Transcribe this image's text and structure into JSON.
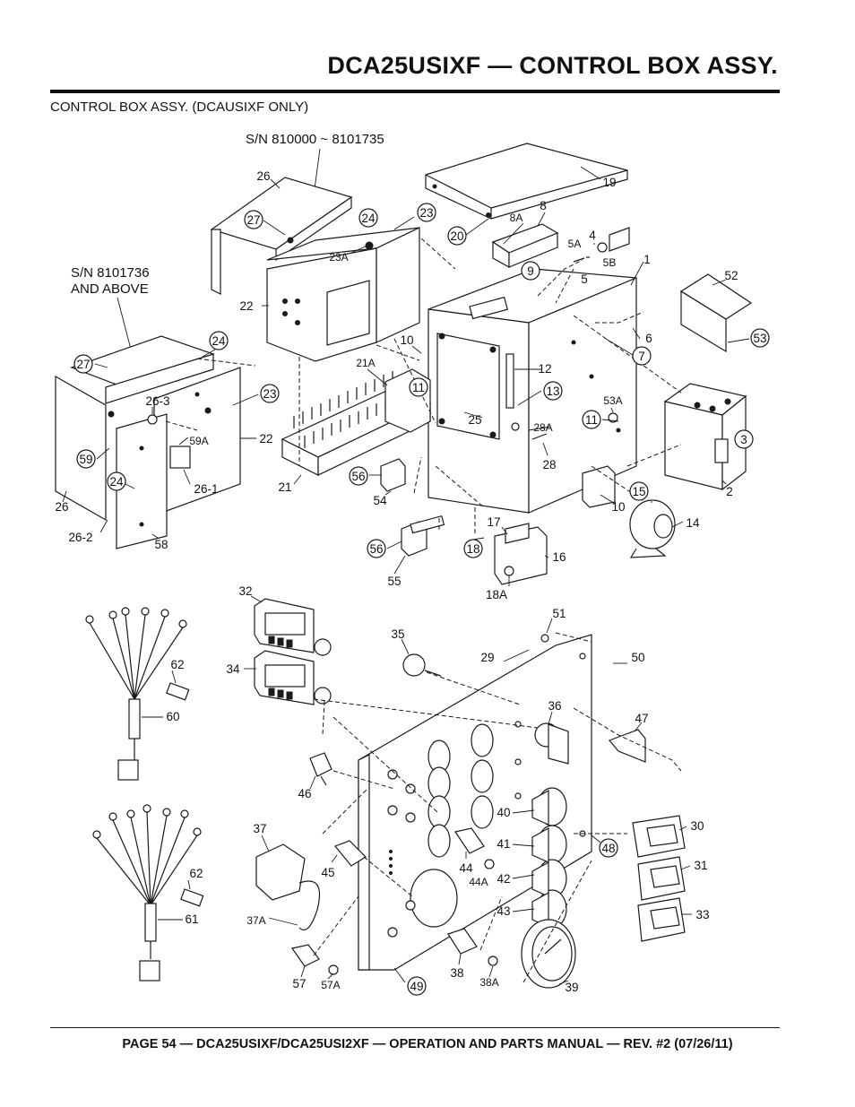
{
  "header": {
    "title": "DCA25USIXF — CONTROL BOX ASSY.",
    "subtitle": "CONTROL BOX ASSY. (DCAUSIXF ONLY)"
  },
  "notes": {
    "sn_old": "S/N 810000 ~ 8101735",
    "sn_new_line1": "S/N 8101736",
    "sn_new_line2": "AND ABOVE"
  },
  "footer": {
    "text": "PAGE 54 — DCA25USIXF/DCA25USI2XF — OPERATION AND PARTS MANUAL — REV. #2 (07/26/11)"
  },
  "callouts": {
    "c26a": "26",
    "c27a": "27",
    "c24a": "24",
    "c23a": "23",
    "c23A": "23A",
    "c22a": "22",
    "c20": "20",
    "c19": "19",
    "c8A": "8A",
    "c8": "8",
    "c4": "4",
    "c5A": "5A",
    "c5B": "5B",
    "c5": "5",
    "c9": "9",
    "c1": "1",
    "c52": "52",
    "c53": "53",
    "c6": "6",
    "c7": "7",
    "c10a": "10",
    "c11a": "11",
    "c12": "12",
    "c13": "13",
    "c21A": "21A",
    "c21": "21",
    "c25": "25",
    "c28A": "28A",
    "c28": "28",
    "c11b": "11",
    "c53A": "53A",
    "c3": "3",
    "c2": "2",
    "c10b": "10",
    "c15": "15",
    "c14": "14",
    "c56a": "56",
    "c54": "54",
    "c56b": "56",
    "c55": "55",
    "c18": "18",
    "c17": "17",
    "c16": "16",
    "c18A": "18A",
    "c27b": "27",
    "c24b": "24",
    "c23b": "23",
    "c26-3": "26-3",
    "c59A": "59A",
    "c22b": "22",
    "c59": "59",
    "c24c": "24",
    "c26-1": "26-1",
    "c26b": "26",
    "c26-2": "26-2",
    "c58": "58",
    "c32": "32",
    "c34": "34",
    "c35": "35",
    "c51": "51",
    "c29": "29",
    "c50": "50",
    "c36": "36",
    "c47": "47",
    "c62a": "62",
    "c60": "60",
    "c46": "46",
    "c40": "40",
    "c41": "41",
    "c42": "42",
    "c43": "43",
    "c48": "48",
    "c30": "30",
    "c31": "31",
    "c33": "33",
    "c37": "37",
    "c45": "45",
    "c44": "44",
    "c44A": "44A",
    "c62b": "62",
    "c61": "61",
    "c37A": "37A",
    "c57": "57",
    "c57A": "57A",
    "c38": "38",
    "c38A": "38A",
    "c39": "39",
    "c49": "49"
  }
}
